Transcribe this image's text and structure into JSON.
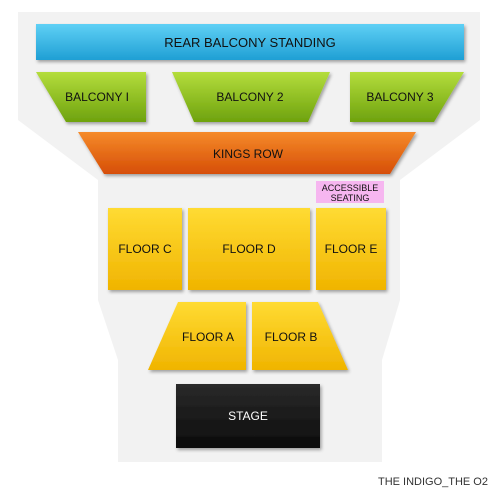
{
  "venue_name": "THE INDIGO_THE O2",
  "sections": {
    "rear_balcony": "REAR BALCONY STANDING",
    "balcony_1": "BALCONY I",
    "balcony_2": "BALCONY 2",
    "balcony_3": "BALCONY 3",
    "kings_row": "KINGS ROW",
    "accessible_line1": "ACCESSIBLE",
    "accessible_line2": "SEATING",
    "floor_c": "FLOOR C",
    "floor_d": "FLOOR D",
    "floor_e": "FLOOR E",
    "floor_a": "FLOOR A",
    "floor_b": "FLOOR B",
    "stage": "STAGE"
  },
  "colors": {
    "rear_balcony": "#3cb8e8",
    "balcony": "#8cbf1c",
    "kings_row": "#e2600e",
    "floor": "#f5c400",
    "accessible": "#f6b6f0",
    "stage": "#1a1a1a",
    "venue_outline": "#f2f2f2"
  }
}
